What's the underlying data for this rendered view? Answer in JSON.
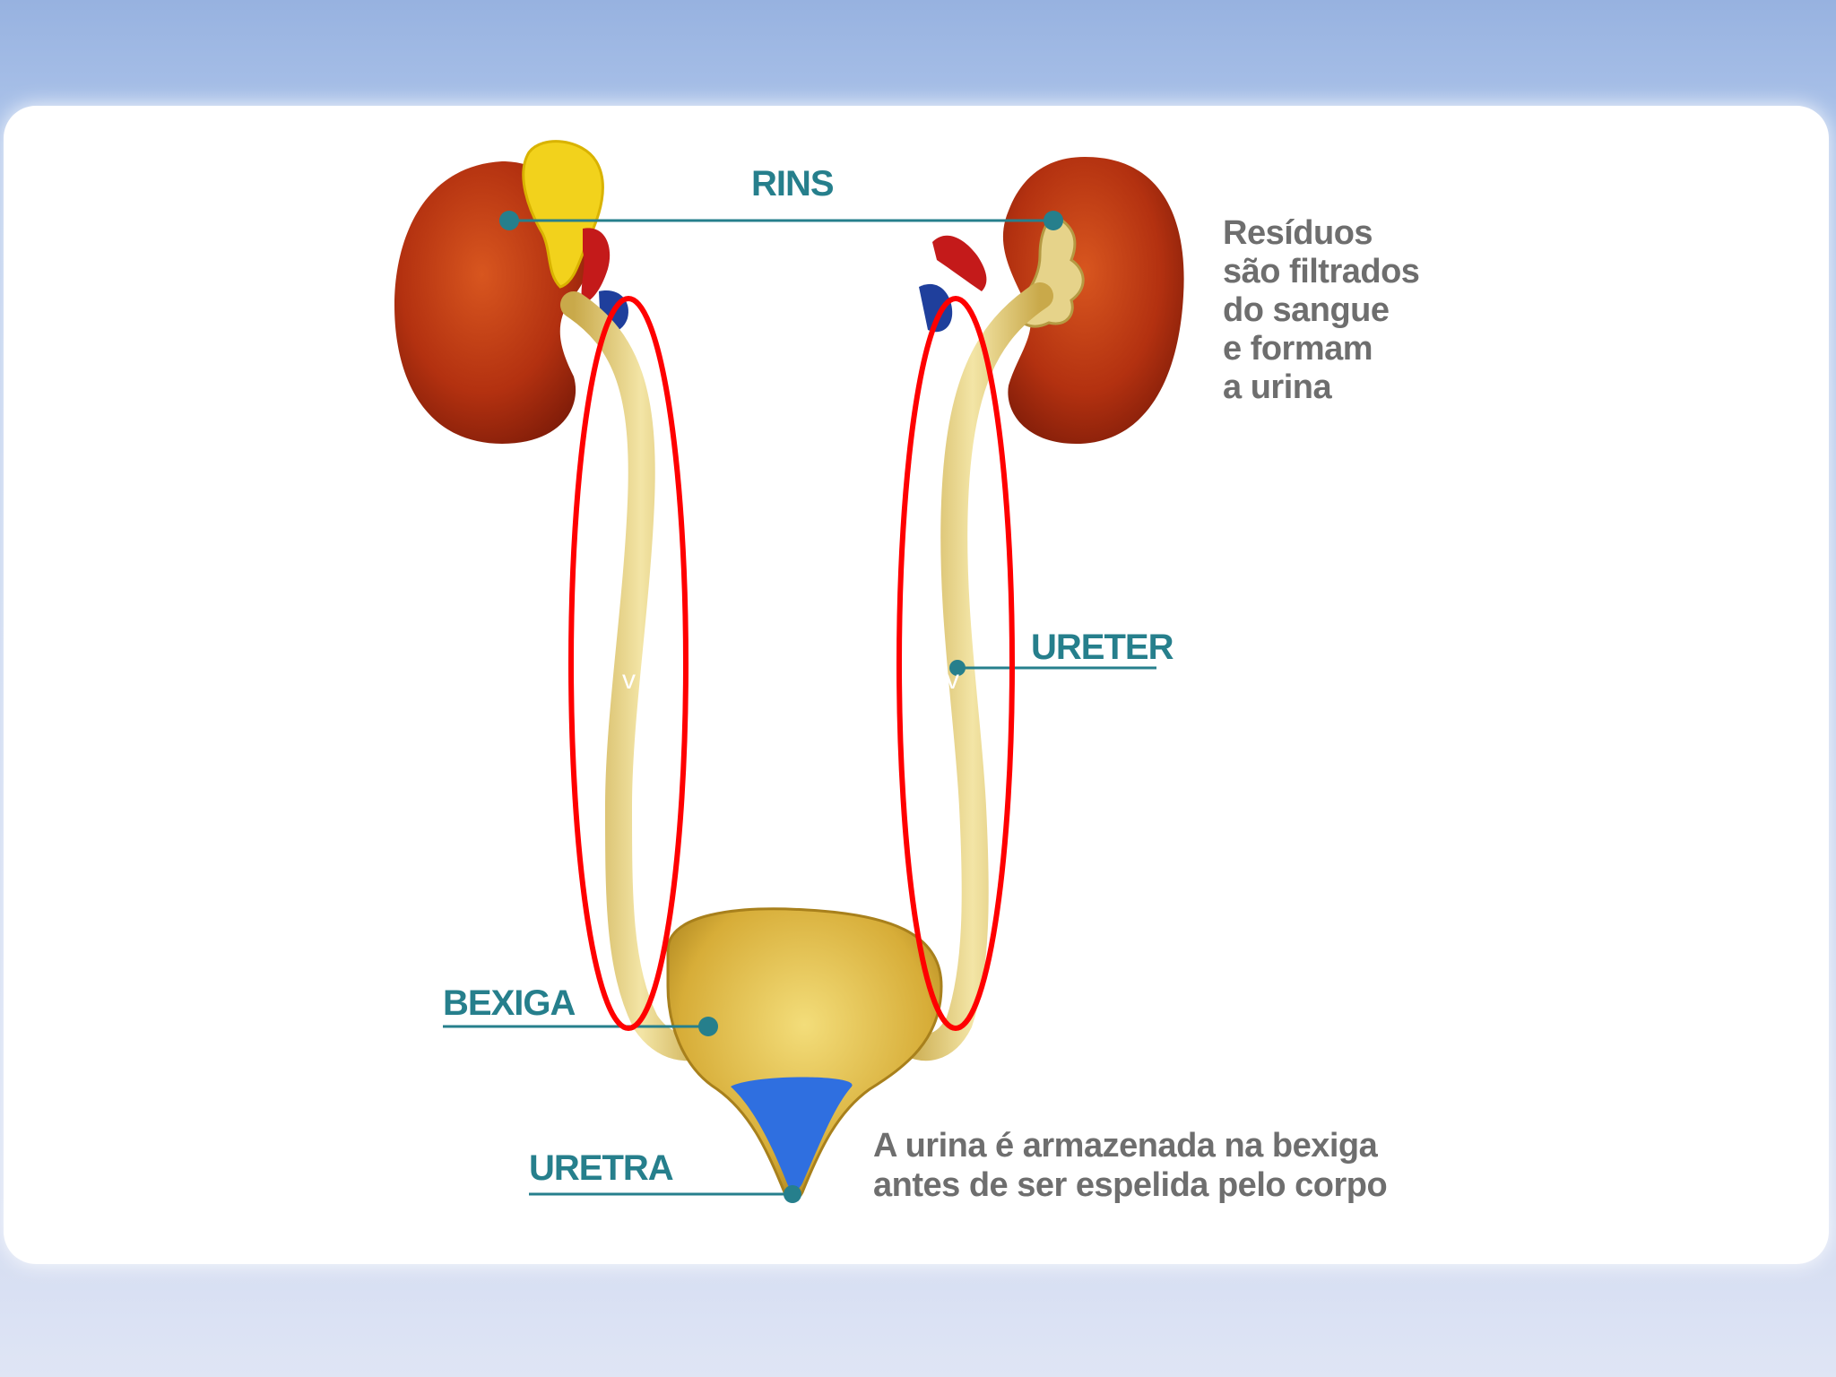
{
  "labels": {
    "rins": "RINS",
    "ureter": "URETER",
    "bexiga": "BEXIGA",
    "uretra": "URETRA"
  },
  "notes": {
    "kidney": [
      "Resíduos",
      "são filtrados",
      "do sangue",
      "e formam",
      "a urina"
    ],
    "bladder": [
      "A urina é armazenada na bexiga",
      "antes de ser espelida pelo corpo"
    ]
  },
  "marks": {
    "left_ureter": "v",
    "right_ureter": "v"
  },
  "colors": {
    "label": "#267f8c",
    "note": "#6e6e6e",
    "highlight": "#ff0000",
    "kidney": "#b5320e",
    "ureter": "#e8d48a",
    "bladder": "#d9b53c",
    "urine": "#2f6fe0"
  }
}
